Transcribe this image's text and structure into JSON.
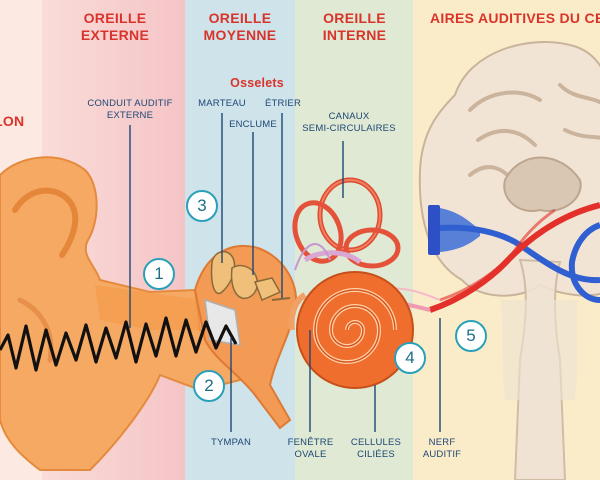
{
  "headers": {
    "pavillon": "LON",
    "oreille_externe": [
      "OREILLE",
      "EXTERNE"
    ],
    "oreille_moyenne": [
      "OREILLE",
      "MOYENNE"
    ],
    "oreille_interne": [
      "OREILLE",
      "INTERNE"
    ],
    "aires_auditives": "AIRES AUDITIVES DU CE"
  },
  "labels": {
    "osselets": "Osselets",
    "conduit_auditif": [
      "CONDUIT AUDITIF",
      "EXTERNE"
    ],
    "marteau": "MARTEAU",
    "etrier": "ÉTRIER",
    "enclume": "ENCLUME",
    "canaux": [
      "CANAUX",
      "SEMI-CIRCULAIRES"
    ],
    "tympan": "TYMPAN",
    "fenetre_ovale": [
      "FENÊTRE",
      "OVALE"
    ],
    "cellules_ciliees": [
      "CELLULES",
      "CILIÉES"
    ],
    "nerf_auditif": [
      "NERF",
      "AUDITIF"
    ]
  },
  "markers": [
    "1",
    "2",
    "3",
    "4",
    "5"
  ],
  "colors": {
    "header_red": "#d9342b",
    "label_blue": "#1d4775",
    "marker_teal": "#2aa0b8",
    "ear_orange": "#f4a05a",
    "cochlea_orange": "#e8652a",
    "band_pavillon": "#fbe9e2",
    "band_externe": "#f6c9c9",
    "band_moyenne": "#cfe3ea",
    "band_interne": "#dfe9d3",
    "band_aires": "#fbecc9"
  },
  "icons": [
    "ear-illustration",
    "sound-wave",
    "ossicles",
    "cochlea",
    "semicircular-canals",
    "brain-coronal-section",
    "auditory-nerve-pathway"
  ]
}
